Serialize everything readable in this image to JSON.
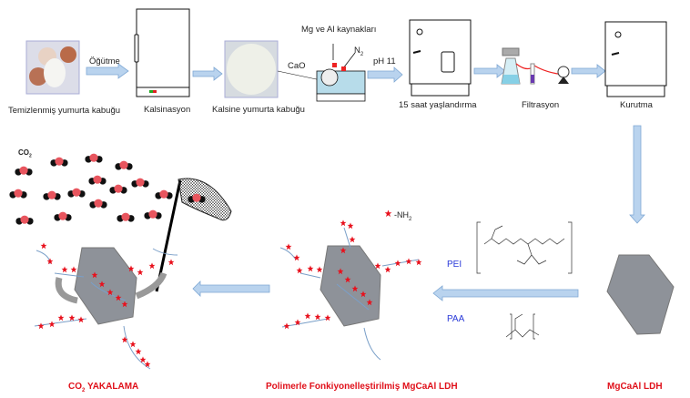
{
  "steps": {
    "eggshell": "Temizlenmiş yumurta kabuğu",
    "grinding": "Öğütme",
    "calcination": "Kalsinasyon",
    "calcined": "Kalsine yumurta kabuğu",
    "sources": "Mg ve Al kaynakları",
    "n2": "N",
    "n2_sub": "2",
    "cao": "CaO",
    "ph": "pH 11",
    "aging": "15 saat yaşlandırma",
    "filtration": "Filtrasyon",
    "drying": "Kurutma"
  },
  "bottom": {
    "capture_co": "CO",
    "capture_sub": "2",
    "capture_rest": " YAKALAMA",
    "functionalized": "Polimerle Fonkiyonelleştirilmiş MgCaAl LDH",
    "ldh": "MgCaAl LDH",
    "co2": "CO",
    "co2_sub": "2",
    "nh2_legend": "-NH",
    "nh2_sub": "2",
    "pei": "PEI",
    "paa": "PAA"
  },
  "colors": {
    "arrow": "#b9d3ee",
    "arrow_stroke": "#7fa8d4",
    "accent": "#e0101a",
    "polymer_label": "#2a3ad8",
    "ldh": "#8e9299"
  }
}
